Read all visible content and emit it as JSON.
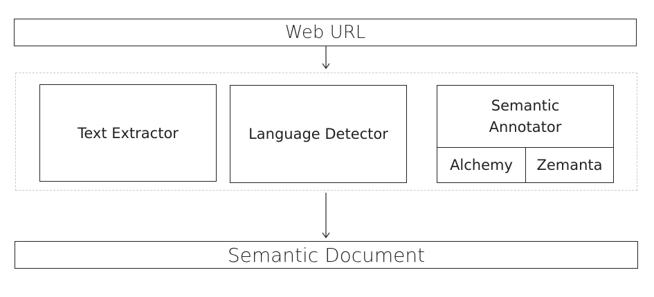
{
  "diagram": {
    "input": "Web URL",
    "components": {
      "text_extractor": "Text Extractor",
      "language_detector": "Language Detector",
      "semantic_annotator": {
        "line1": "Semantic",
        "line2": "Annotator"
      },
      "annotators": {
        "alchemy": "Alchemy",
        "zemanta": "Zemanta"
      }
    },
    "output": "Semantic Document"
  }
}
